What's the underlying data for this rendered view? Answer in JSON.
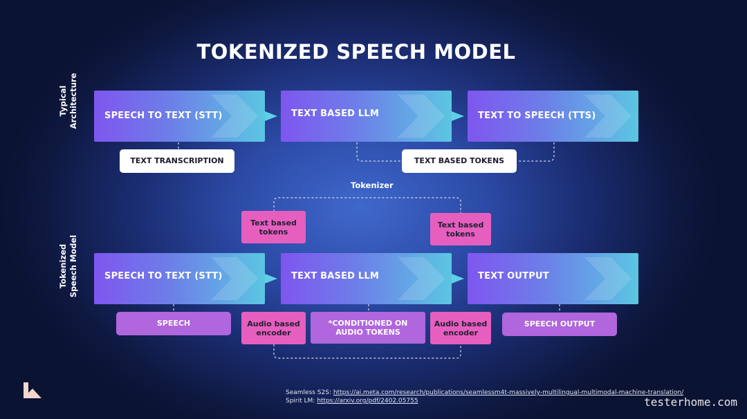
{
  "title": "TOKENIZED SPEECH MODEL",
  "rows": {
    "typical_label_1": "Typical",
    "typical_label_2": "Architecture",
    "tokenized_label_1": "Tokenized",
    "tokenized_label_2": "Speech Model"
  },
  "typical": {
    "stt": "SPEECH TO TEXT (STT)",
    "llm": "TEXT BASED LLM",
    "tts": "TEXT TO SPEECH (TTS)",
    "transcription": "TEXT TRANSCRIPTION",
    "text_tokens": "TEXT BASED TOKENS"
  },
  "tokenizer": {
    "label": "Tokenizer",
    "left_tag_1": "Text based",
    "left_tag_2": "tokens",
    "right_tag_1": "Text based",
    "right_tag_2": "tokens"
  },
  "tokenized": {
    "stt": "SPEECH TO TEXT (STT)",
    "llm": "TEXT BASED LLM",
    "output": "TEXT OUTPUT",
    "speech": "SPEECH",
    "audio_enc_left_1": "Audio based",
    "audio_enc_left_2": "encoder",
    "conditioned_1": "*CONDITIONED ON",
    "conditioned_2": "AUDIO TOKENS",
    "audio_enc_right_1": "Audio based",
    "audio_enc_right_2": "encoder",
    "speech_output": "SPEECH OUTPUT"
  },
  "references": {
    "seamless_label": "Seamless S2S: ",
    "seamless_url": "https://ai.meta.com/research/publications/seamlessm4t-massively-multilingual-multimodal-machine-translation/",
    "spirit_label": "Spirit LM: ",
    "spirit_url": "https://arxiv.org/pdf/2402.05755"
  },
  "watermark": "testerhome.com",
  "colors": {
    "box_gradient_start": "#7f56ef",
    "box_gradient_end": "#5bc6e2",
    "pink_tag": "#e65fbf",
    "purple_pill": "#b066dc"
  }
}
